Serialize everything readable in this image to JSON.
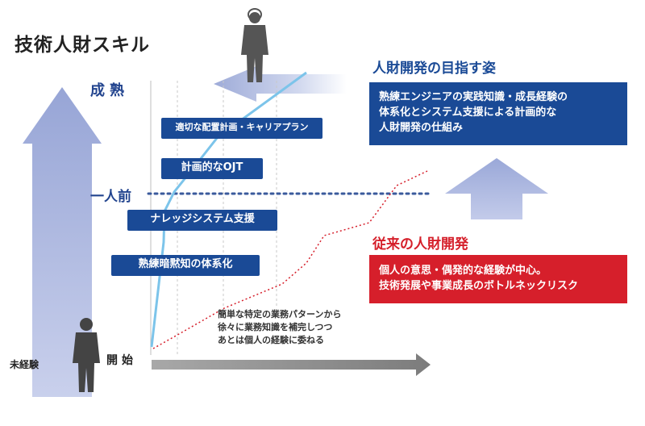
{
  "title": "技術人財スキル",
  "axis": {
    "top_label": "成熟",
    "mid_label": "一人前",
    "start_label": "開始",
    "origin_label": "未経験"
  },
  "steps": [
    "適切な配置計画・キャリアプラン",
    "計画的なOJT",
    "ナレッジシステム支援",
    "熟練暗黙知の体系化"
  ],
  "ideal": {
    "heading": "人財開発の目指す姿",
    "lines": [
      "熟練エンジニアの実践知識・成長経験の",
      "体系化とシステム支援による計画的な",
      "人財開発の仕組み"
    ]
  },
  "conventional": {
    "heading": "従来の人財開発",
    "lines": [
      "個人の意思・偶発的な経験が中心。",
      "技術発展や事業成長のボトルネックリスク"
    ]
  },
  "note_lines": [
    "簡単な特定の業務パターンから",
    "徐々に業務知識を補完しつつ",
    "あとは個人の経験に委ねる"
  ],
  "colors": {
    "navy": "#1a4a96",
    "red": "#d61f2b",
    "light_blue_line": "#7cc4ea",
    "arrow_lavender": "#a9b4dc",
    "arrow_gray": "#8c8c8c",
    "dots": "#3a5a9c"
  },
  "icons": [
    "person-silhouette-icon"
  ]
}
